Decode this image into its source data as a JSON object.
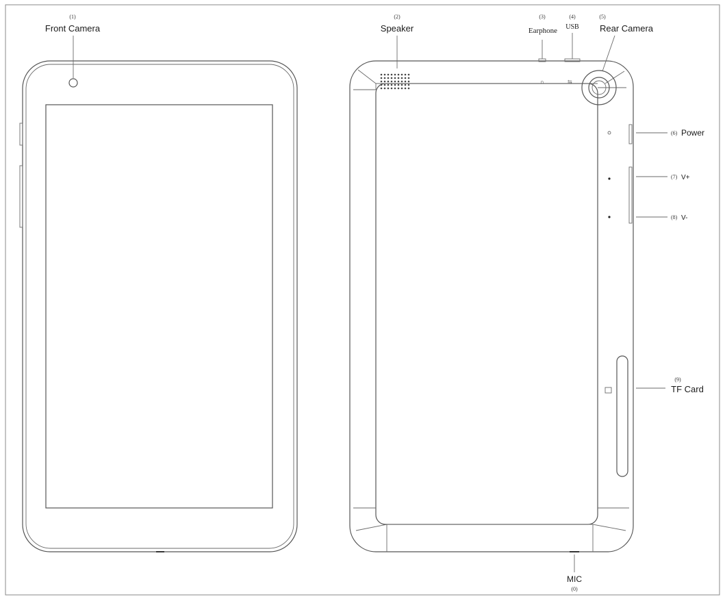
{
  "labels": {
    "front_camera": {
      "number": "(1)",
      "text": "Front Camera"
    },
    "speaker": {
      "number": "(2)",
      "text": "Speaker"
    },
    "earphone": {
      "number": "(3)",
      "text": "Earphone"
    },
    "usb": {
      "number": "(4)",
      "text": "USB"
    },
    "rear_camera": {
      "number": "(5)",
      "text": "Rear Camera"
    },
    "power": {
      "number": "(6)",
      "text": "Power"
    },
    "volume_up": {
      "number": "(7)",
      "text": "V+"
    },
    "volume_down": {
      "number": "(8)",
      "text": "V-"
    },
    "tf_card": {
      "number": "(9)",
      "text": "TF Card"
    },
    "mic": {
      "number": "(0)",
      "text": "MIC"
    }
  },
  "colors": {
    "line": "#555555",
    "text": "#1a1a1a",
    "frame": "#888888",
    "background": "#ffffff"
  }
}
